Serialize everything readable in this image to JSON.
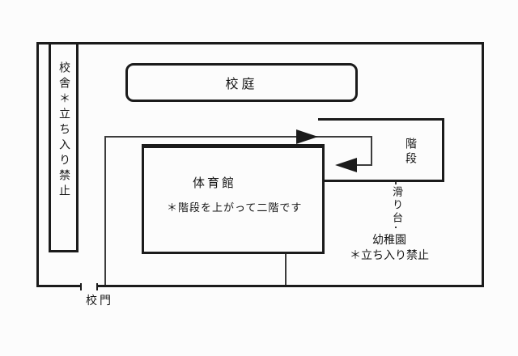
{
  "map": {
    "building_label": "校舎＊立ち入り禁止",
    "schoolyard_label": "校庭",
    "gym_label": "体育館",
    "gym_note": "＊階段を上がって二階です",
    "stairs_label": "階段",
    "slide_label": "滑り台",
    "kindergarten_label": "幼稚園",
    "kindergarten_note": "＊立ち入り禁止",
    "gate_label": "校門"
  },
  "colors": {
    "ink": "#1b1b1b",
    "paper": "#fcfcfc"
  }
}
